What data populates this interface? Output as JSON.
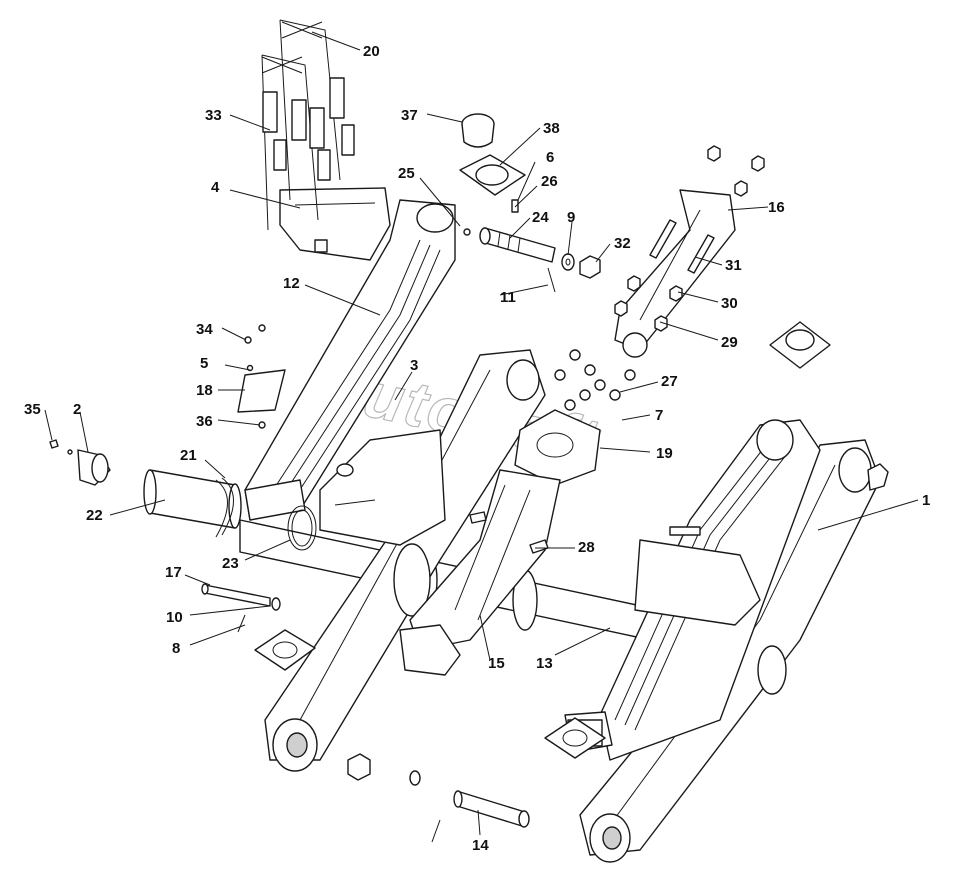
{
  "diagram": {
    "watermark": "AutoSoft",
    "callouts": [
      {
        "id": "c1",
        "label": "1"
      },
      {
        "id": "c2",
        "label": "2"
      },
      {
        "id": "c3",
        "label": "3"
      },
      {
        "id": "c4",
        "label": "4"
      },
      {
        "id": "c5",
        "label": "5"
      },
      {
        "id": "c6",
        "label": "6"
      },
      {
        "id": "c7",
        "label": "7"
      },
      {
        "id": "c8",
        "label": "8"
      },
      {
        "id": "c9",
        "label": "9"
      },
      {
        "id": "c10",
        "label": "10"
      },
      {
        "id": "c11",
        "label": "11"
      },
      {
        "id": "c12",
        "label": "12"
      },
      {
        "id": "c13",
        "label": "13"
      },
      {
        "id": "c14",
        "label": "14"
      },
      {
        "id": "c15",
        "label": "15"
      },
      {
        "id": "c16",
        "label": "16"
      },
      {
        "id": "c17",
        "label": "17"
      },
      {
        "id": "c18",
        "label": "18"
      },
      {
        "id": "c19",
        "label": "19"
      },
      {
        "id": "c20",
        "label": "20"
      },
      {
        "id": "c21",
        "label": "21"
      },
      {
        "id": "c22",
        "label": "22"
      },
      {
        "id": "c23",
        "label": "23"
      },
      {
        "id": "c24",
        "label": "24"
      },
      {
        "id": "c25",
        "label": "25"
      },
      {
        "id": "c26",
        "label": "26"
      },
      {
        "id": "c27",
        "label": "27"
      },
      {
        "id": "c28",
        "label": "28"
      },
      {
        "id": "c29",
        "label": "29"
      },
      {
        "id": "c30",
        "label": "30"
      },
      {
        "id": "c31",
        "label": "31"
      },
      {
        "id": "c32",
        "label": "32"
      },
      {
        "id": "c33",
        "label": "33"
      },
      {
        "id": "c34",
        "label": "34"
      },
      {
        "id": "c35",
        "label": "35"
      },
      {
        "id": "c36",
        "label": "36"
      },
      {
        "id": "c37",
        "label": "37"
      },
      {
        "id": "c38",
        "label": "38"
      }
    ]
  }
}
